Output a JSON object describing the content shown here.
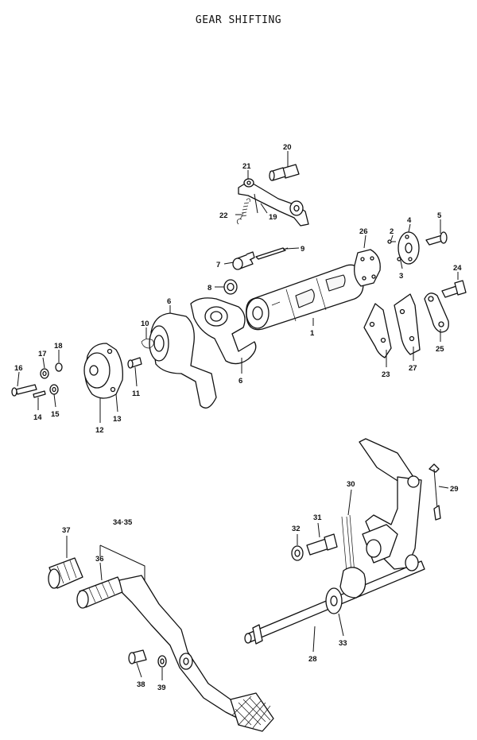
{
  "title": "GEAR SHIFTING",
  "callouts": {
    "c1": "1",
    "c2": "2",
    "c3": "3",
    "c4": "4",
    "c5": "5",
    "c6a": "6",
    "c6b": "6",
    "c7": "7",
    "c8": "8",
    "c9": "9",
    "c10": "10",
    "c11": "11",
    "c12": "12",
    "c13": "13",
    "c14": "14",
    "c15": "15",
    "c16": "16",
    "c17": "17",
    "c18": "18",
    "c19": "19",
    "c20": "20",
    "c21": "21",
    "c22": "22",
    "c23": "23",
    "c24": "24",
    "c25": "25",
    "c26": "26",
    "c27": "27",
    "c28": "28",
    "c29": "29",
    "c30": "30",
    "c31": "31",
    "c32": "32",
    "c33": "33",
    "c3435": "34·35",
    "c36": "36",
    "c37": "37",
    "c38": "38",
    "c39": "39"
  }
}
